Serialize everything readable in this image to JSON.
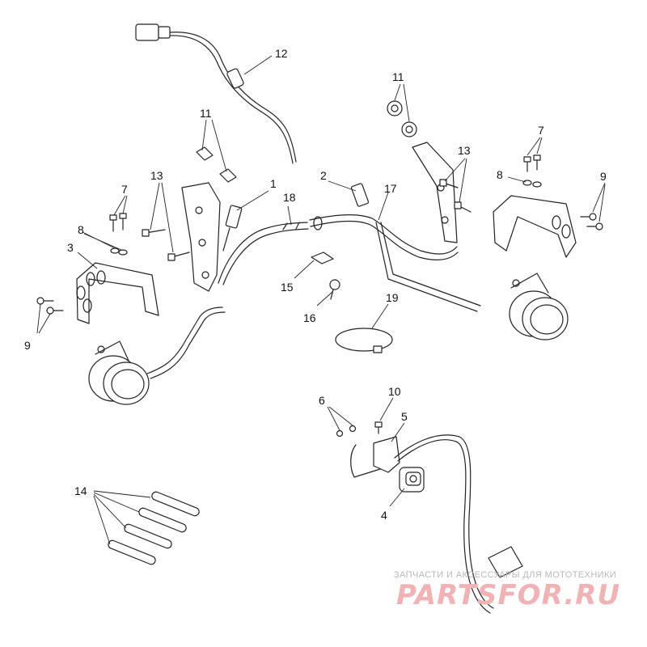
{
  "callouts": {
    "c1": "1",
    "c2": "2",
    "c3": "3",
    "c4": "4",
    "c5": "5",
    "c6": "6",
    "c7a": "7",
    "c7b": "7",
    "c8a": "8",
    "c8b": "8",
    "c9a": "9",
    "c9b": "9",
    "c10": "10",
    "c11a": "11",
    "c11b": "11",
    "c12": "12",
    "c13a": "13",
    "c13b": "13",
    "c14": "14",
    "c15": "15",
    "c16": "16",
    "c17": "17",
    "c18": "18",
    "c19": "19"
  },
  "watermark": {
    "tagline": "ЗАПЧАСТИ И АКСЕССУАРЫ ДЛЯ МОТОТЕХНИКИ",
    "logo": "PARTSFOR.RU"
  },
  "colors": {
    "line": "#222222",
    "watermark_text": "#b8b8b8",
    "watermark_logo": "#f1b2b6"
  }
}
